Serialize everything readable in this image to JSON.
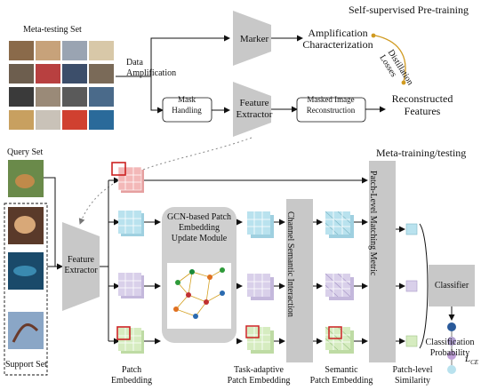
{
  "top": {
    "meta_testing_set": "Meta-testing Set",
    "data_amplification": "Data\nAmplification",
    "marker": "Marker",
    "amplification_characterization": "Amplification\nCharacterization",
    "distillation_losses": "Distillation\nLosses",
    "self_supervised": "Self-supervised Pre-training",
    "mask_handling": "Mask\nHandling",
    "feature_extractor": "Feature\nExtractor",
    "masked_image_reconstruction": "Masked Image\nReconstruction",
    "reconstructed_features": "Reconstructed\nFeatures"
  },
  "bottom": {
    "query_set": "Query Set",
    "support_set": "Support Set",
    "feature_extractor": "Feature\nExtractor",
    "gcn_module": "GCN-based Patch\nEmbedding\nUpdate Module",
    "channel_semantic": "Channel Semantic Interaction",
    "patch_level_matching": "Patch-Level Matching Metric",
    "meta_training": "Meta-training/testing",
    "classifier": "Classifier",
    "classification_probability": "Classification\nProbability",
    "lce": "L",
    "lce_sub": "CE",
    "patch_embedding": "Patch\nEmbedding",
    "task_adaptive": "Task-adaptive\nPatch Embedding",
    "semantic_patch": "Semantic\nPatch Embedding",
    "patch_level_similarity": "Patch-level\nSimilarity"
  },
  "colors": {
    "pink": "#f3b8b8",
    "blue": "#b9e2ee",
    "purple": "#d9d0ea",
    "green": "#d6ecc0",
    "gray_box": "#c8c8c8",
    "red_square": "#cc2222"
  }
}
